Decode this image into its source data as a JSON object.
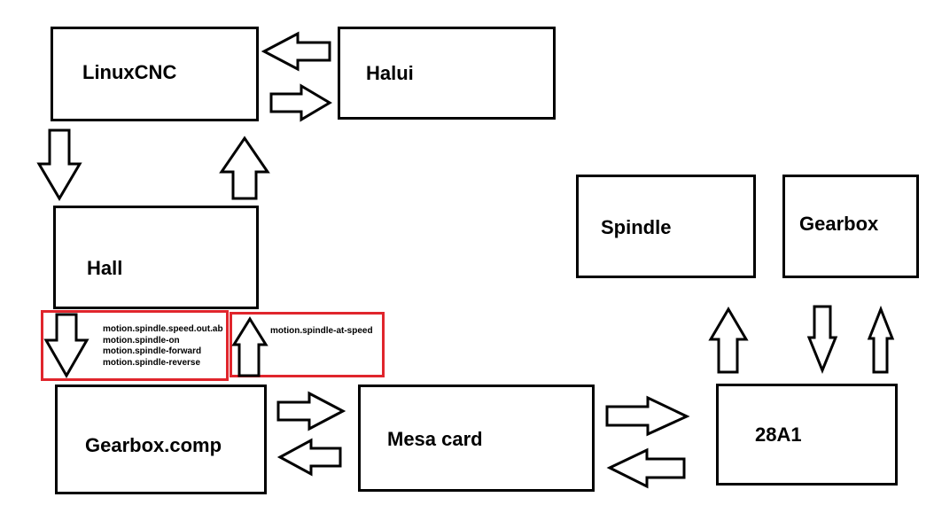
{
  "blocks": {
    "linuxcnc": "LinuxCNC",
    "halui": "Halui",
    "hall": "Hall",
    "gearbox_comp": "Gearbox.comp",
    "mesa_card": "Mesa card",
    "spindle": "Spindle",
    "gearbox": "Gearbox",
    "unit_28a1": "28A1"
  },
  "signals": {
    "hal_to_gearbox": [
      "motion.spindle.speed.out.ab",
      "motion.spindle-on",
      "motion.spindle-forward",
      "motion.spindle-reverse"
    ],
    "gearbox_to_hal": "motion.spindle-at-speed"
  },
  "colors": {
    "box_border": "#000000",
    "signal_box_border": "#e0252c",
    "background": "#ffffff"
  }
}
